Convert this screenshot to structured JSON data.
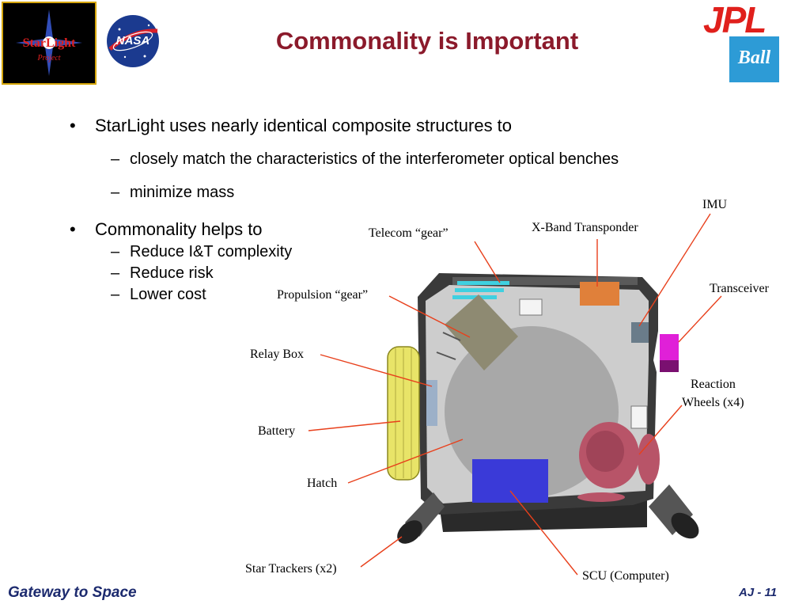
{
  "header": {
    "title": "Commonality is Important",
    "logos": {
      "starlight": "StarLight",
      "starlight_sub": "Project",
      "nasa": "NASA",
      "jpl": "JPL",
      "ball": "Ball"
    }
  },
  "bullets": [
    {
      "text": "StarLight uses nearly identical composite structures to",
      "children": [
        "closely match the characteristics of the interferometer optical benches",
        "minimize mass"
      ]
    },
    {
      "text": "Commonality helps to",
      "children": [
        "Reduce I&T complexity",
        "Reduce risk",
        "Lower cost"
      ]
    }
  ],
  "markers": {
    "bullet": "•",
    "dash": "–"
  },
  "diagram_labels": {
    "imu": "IMU",
    "x_band": "X-Band Transponder",
    "telecom": "Telecom “gear”",
    "propulsion": "Propulsion “gear”",
    "transceiver": "Transceiver",
    "relay_box": "Relay Box",
    "reaction_wheels_1": "Reaction",
    "reaction_wheels_2": "Wheels (x4)",
    "battery": "Battery",
    "hatch": "Hatch",
    "star_trackers": "Star Trackers (x2)",
    "scu": "SCU (Computer)"
  },
  "footer": {
    "left": "Gateway to Space",
    "right": "AJ - 11"
  },
  "colors": {
    "title": "#8b1a2b",
    "footer": "#1c2a6e",
    "callout_line": "#e8401c"
  }
}
